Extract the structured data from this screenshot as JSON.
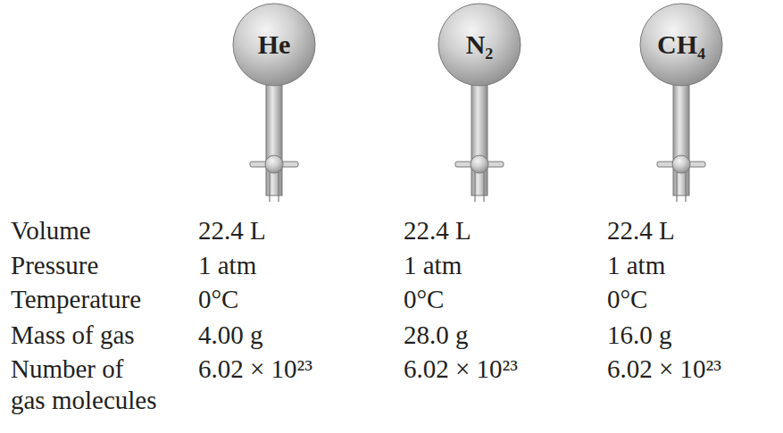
{
  "diagram": {
    "nodes": [
      {
        "text": [
          "He"
        ]
      },
      {
        "text": [
          "N₂"
        ]
      },
      {
        "text": [
          "CH₄"
        ]
      }
    ],
    "labels": [
      "Volume",
      "22.4 L",
      "22.4 L",
      "22.4 L",
      "Pressure",
      "1 atm",
      "1 atm",
      "1 atm",
      "Temperature",
      "0°C",
      "0°C",
      "0°C",
      "Mass of gas",
      "4.00 g",
      "28.0 g",
      "16.0 g",
      "Number of gas molecules",
      "6.02 × 10²³",
      "6.02 × 10²³",
      "6.02 × 10²³"
    ]
  }
}
